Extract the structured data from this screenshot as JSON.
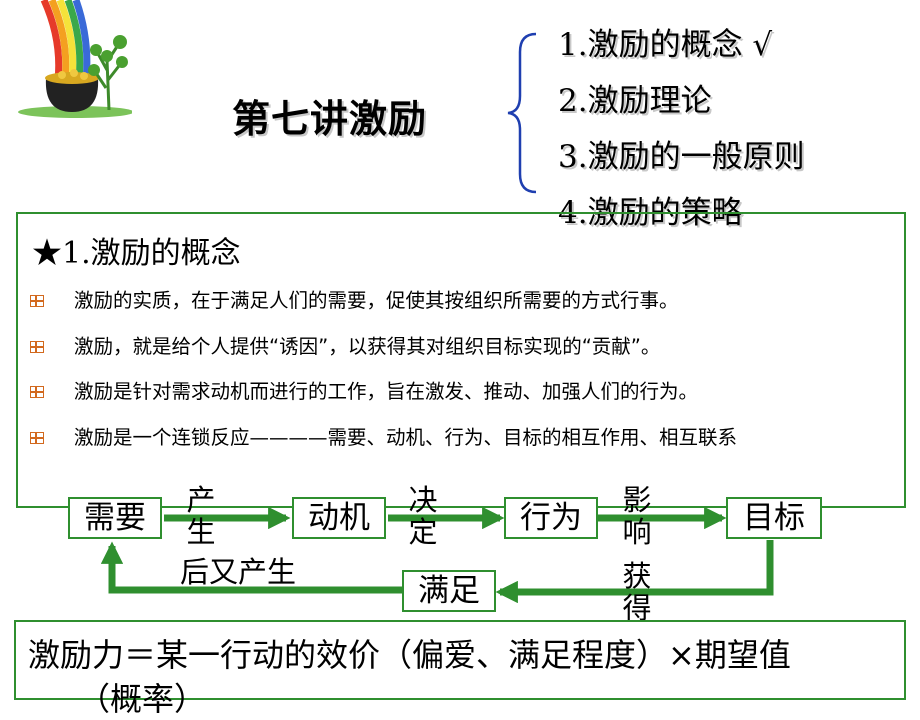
{
  "title": "第七讲激励",
  "toc": [
    "1.激励的概念 √",
    "2.激励理论",
    "3.激励的一般原则",
    "4.激励的策略"
  ],
  "section": {
    "heading": "★1.激励的概念",
    "bullets": [
      "激励的实质，在于满足人们的需要，促使其按组织所需要的方式行事。",
      "激励，就是给个人提供“诱因”，以获得其对组织目标实现的“贡献”。",
      "激励是针对需求动机而进行的工作，旨在激发、推动、加强人们的行为。",
      "激励是一个连锁反应————需要、动机、行为、目标的相互作用、相互联系"
    ]
  },
  "flow": {
    "nodes": [
      "需要",
      "动机",
      "行为",
      "目标",
      "满足"
    ],
    "edge_labels": [
      "产生",
      "决定",
      "影响",
      "获得",
      "后又产生"
    ]
  },
  "formula": {
    "line1": "激励力＝某一行动的效价（偏爱、满足程度）×期望值",
    "line2": "（概率）"
  },
  "colors": {
    "green": "#2f8f2f",
    "brace_blue": "#1f3fb0",
    "bullet_orange": "#d2691e"
  }
}
